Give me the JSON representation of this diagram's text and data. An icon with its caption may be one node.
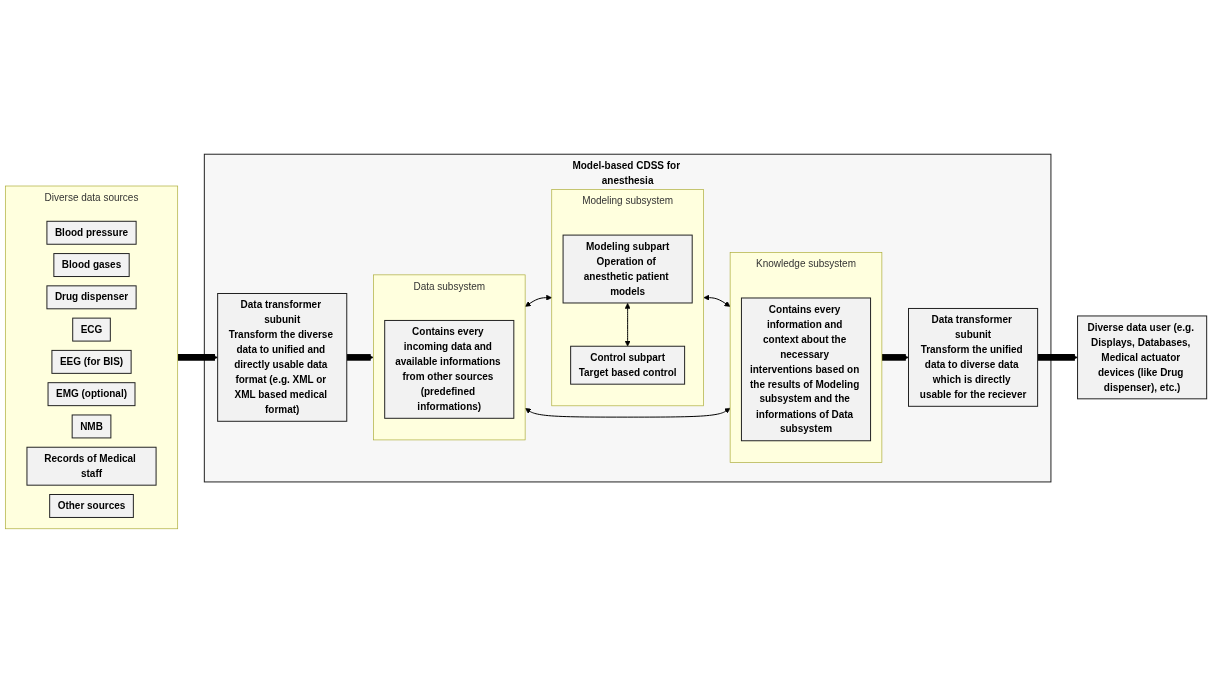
{
  "diagram": {
    "nodes": [
      {
        "text": [
          "Diverse data sources"
        ]
      },
      {
        "text": [
          "Blood pressure"
        ],
        "in": 0
      },
      {
        "text": [
          "Blood gases"
        ],
        "in": 0
      },
      {
        "text": [
          "Drug dispenser"
        ],
        "in": 0
      },
      {
        "text": [
          "ECG"
        ],
        "in": 0
      },
      {
        "text": [
          "EEG (for BIS)"
        ],
        "in": 0
      },
      {
        "text": [
          "EMG (optional)"
        ],
        "in": 0
      },
      {
        "text": [
          "NMB"
        ],
        "in": 0
      },
      {
        "text": [
          "Records of Medical staff"
        ],
        "in": 0
      },
      {
        "text": [
          "Other sources"
        ],
        "in": 0
      },
      {
        "text": [
          "Model-based CDSS for anesthesia"
        ]
      },
      {
        "text": [
          "Data transformer subunit",
          "Transform the diverse data to unified and directly usable data format (e.g. XML or XML based medical format)"
        ],
        "in": 10
      },
      {
        "text": [
          "Data subsystem"
        ],
        "in": 10
      },
      {
        "text": [
          "Contains every incoming data and available informations from other sources (predefined informations)"
        ],
        "in": 12
      },
      {
        "text": [
          "Modeling subsystem"
        ],
        "in": 10
      },
      {
        "text": [
          "Modeling subpart",
          "Operation of anesthetic patient models"
        ],
        "in": 14
      },
      {
        "text": [
          "Control subpart",
          "Target based control"
        ],
        "in": 14
      },
      {
        "text": [
          "Knowledge subsystem"
        ],
        "in": 10
      },
      {
        "text": [
          "Contains every information and context about the necessary interventions based on the results of Modeling subsystem and the informations of Data subsystem"
        ],
        "in": 17
      },
      {
        "text": [
          "Data transformer subunit",
          "Transform the unified data to diverse data which is directly usable for the reciever"
        ],
        "in": 10
      },
      {
        "text": [
          "Diverse data user (e.g. Displays, Databases, Medical actuator devices (like Drug dispenser), etc.)"
        ]
      }
    ],
    "edges": [
      {
        "from": 0,
        "to": 11,
        "arrow": "to",
        "style": "thick"
      },
      {
        "from": 11,
        "to": 12,
        "arrow": "to",
        "style": "thick"
      },
      {
        "from": 12,
        "to": 14,
        "arrow": "both"
      },
      {
        "from": 15,
        "to": 16,
        "arrow": "both"
      },
      {
        "from": 14,
        "to": 17,
        "arrow": "both"
      },
      {
        "from": 12,
        "to": 17,
        "arrow": "both"
      },
      {
        "from": 17,
        "to": 19,
        "arrow": "to",
        "style": "thick"
      },
      {
        "from": 19,
        "to": 20,
        "arrow": "to",
        "style": "thick"
      }
    ]
  }
}
